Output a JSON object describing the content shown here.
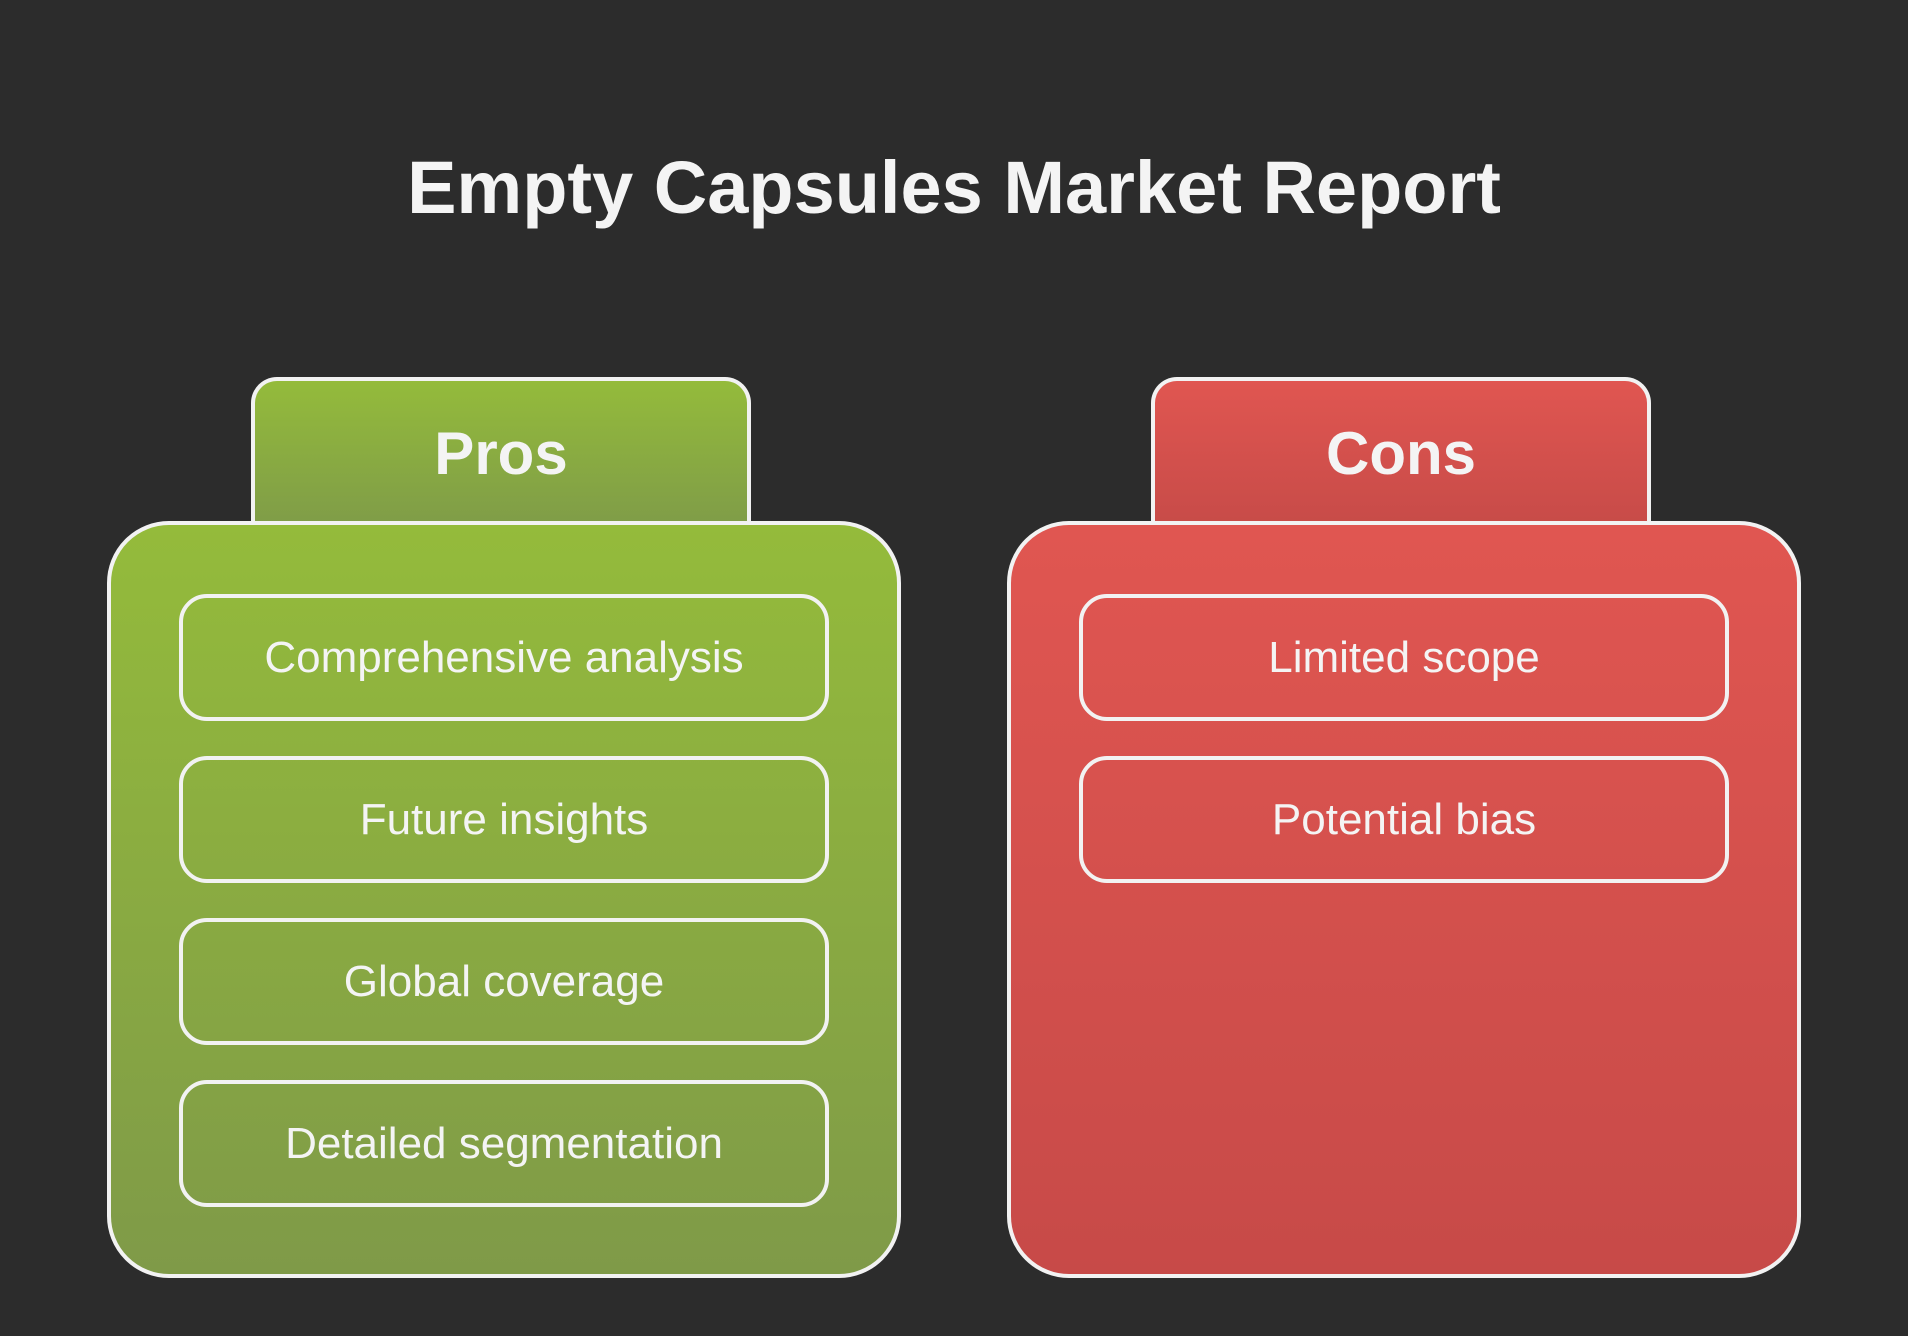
{
  "title": "Empty Capsules Market Report",
  "pros": {
    "label": "Pros",
    "color": "#94bb3b",
    "items": [
      "Comprehensive analysis",
      "Future insights",
      "Global coverage",
      "Detailed segmentation"
    ]
  },
  "cons": {
    "label": "Cons",
    "color": "#e05651",
    "items": [
      "Limited scope",
      "Potential bias"
    ]
  }
}
